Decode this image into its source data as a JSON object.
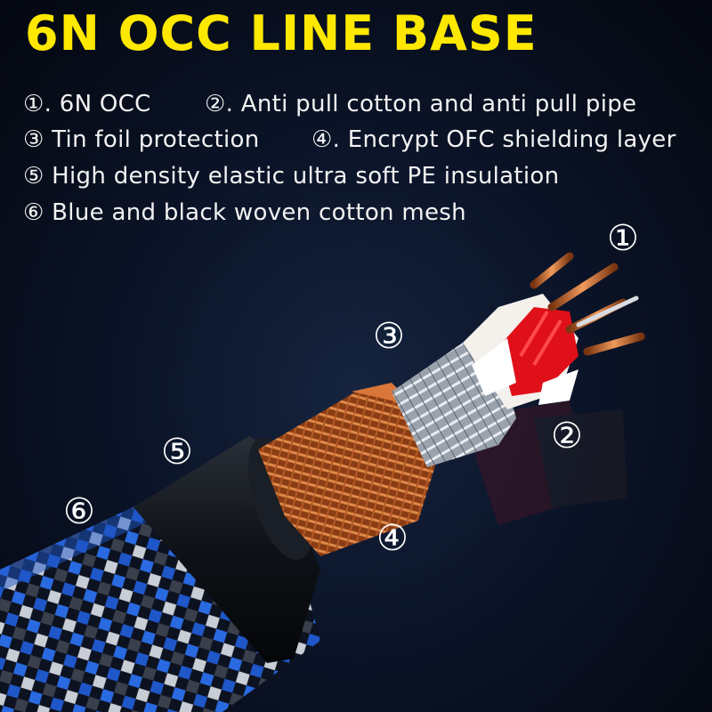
{
  "title": "6N OCC LINE BASE",
  "colors": {
    "title": "#ffe800",
    "text": "#f2f2f2",
    "background": "#0b1428",
    "copper": "#c8682e",
    "red_filler": "#e0101a",
    "blue_weave": "#1f57c9"
  },
  "features": [
    "①. 6N OCC",
    "②. Anti pull cotton and anti pull pipe",
    "③ Tin foil protection",
    "④. Encrypt OFC shielding layer",
    "⑤ High density elastic ultra soft PE insulation",
    "⑥ Blue and black woven cotton mesh"
  ],
  "callouts": [
    "①",
    "②",
    "③",
    "④",
    "⑤",
    "⑥"
  ]
}
